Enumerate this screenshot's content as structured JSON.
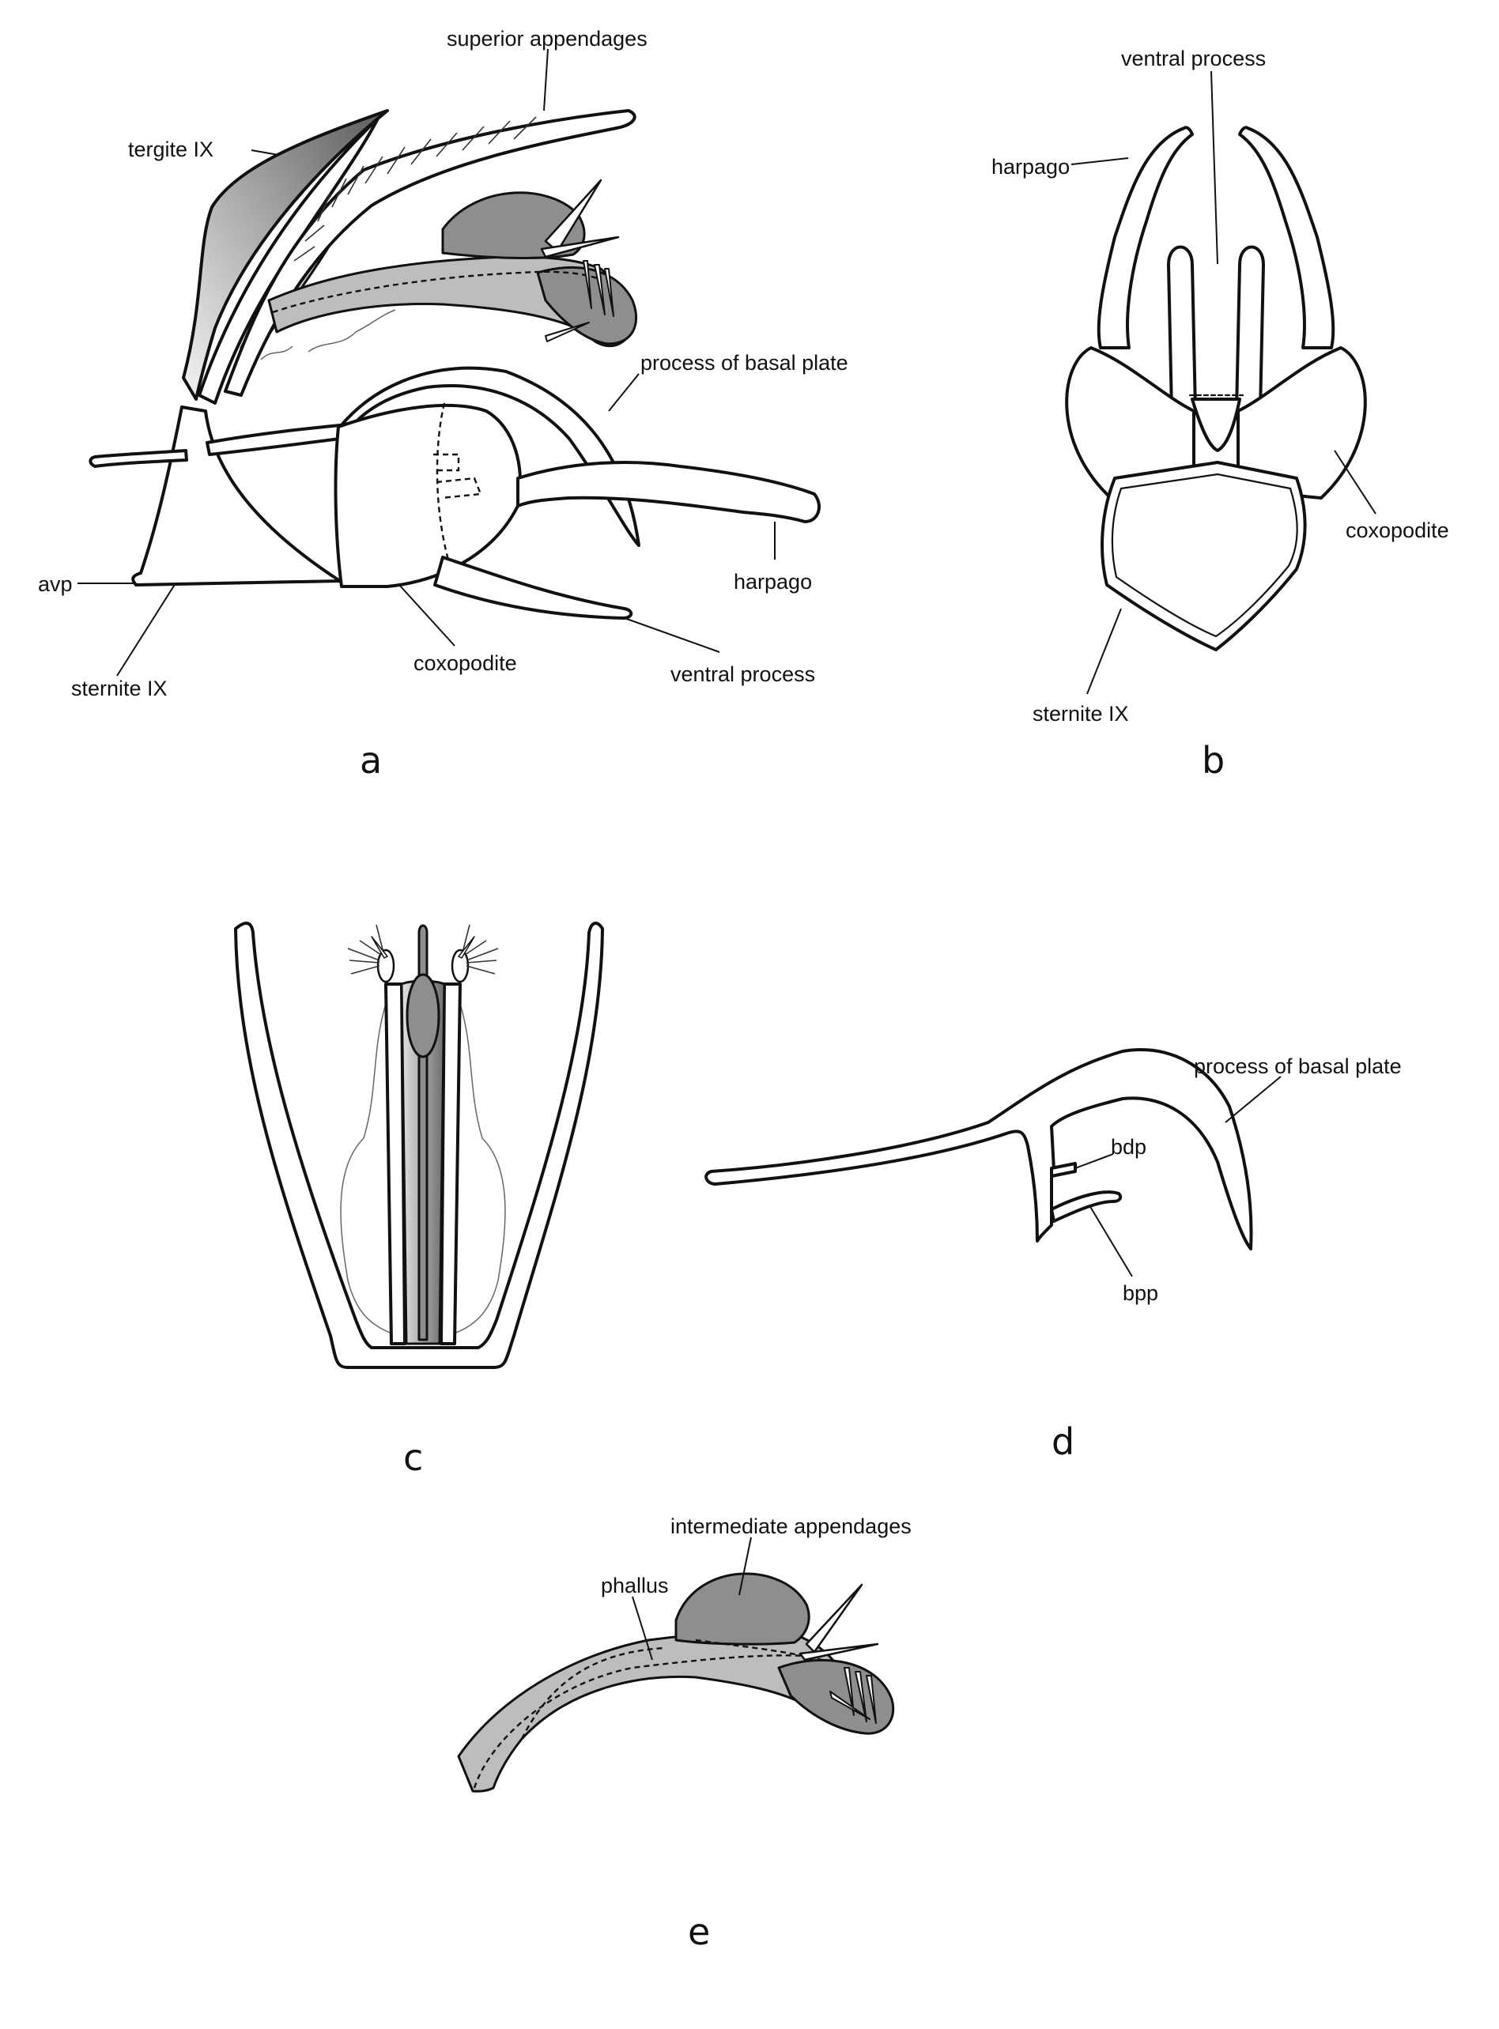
{
  "panels": {
    "a": {
      "letter": "a",
      "labels": {
        "superior_appendages": "superior appendages",
        "tergite_ix": "tergite IX",
        "process_of_basal_plate": "process of basal plate",
        "avp": "avp",
        "sternite_ix": "sternite IX",
        "coxopodite": "coxopodite",
        "harpago": "harpago",
        "ventral_process": "ventral process"
      }
    },
    "b": {
      "letter": "b",
      "labels": {
        "ventral_process": "ventral process",
        "harpago": "harpago",
        "coxopodite": "coxopodite",
        "sternite_ix": "sternite IX"
      }
    },
    "c": {
      "letter": "c"
    },
    "d": {
      "letter": "d",
      "labels": {
        "process_of_basal_plate": "process of basal plate",
        "bdp": "bdp",
        "bpp": "bpp"
      }
    },
    "e": {
      "letter": "e",
      "labels": {
        "intermediate_appendages": "intermediate appendages",
        "phallus": "phallus"
      }
    }
  }
}
